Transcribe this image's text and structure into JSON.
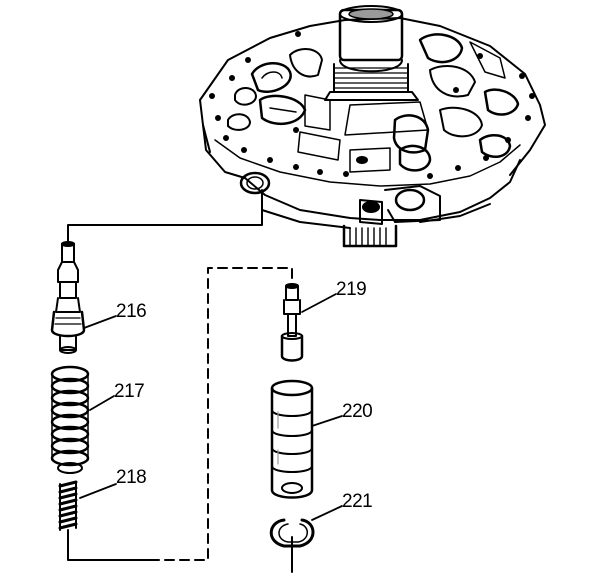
{
  "diagram": {
    "callouts": [
      {
        "id": "216",
        "label": "216"
      },
      {
        "id": "217",
        "label": "217"
      },
      {
        "id": "218",
        "label": "218"
      },
      {
        "id": "219",
        "label": "219"
      },
      {
        "id": "220",
        "label": "220"
      },
      {
        "id": "221",
        "label": "221"
      }
    ],
    "colors": {
      "ink": "#000000",
      "paper": "#ffffff",
      "shade": "#9a9a9a"
    }
  }
}
